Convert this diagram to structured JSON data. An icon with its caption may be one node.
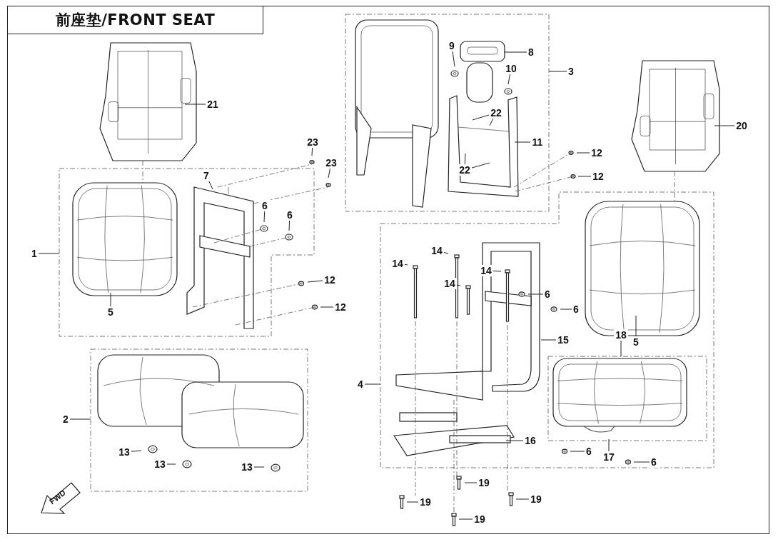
{
  "diagram": {
    "title": "前座垫/FRONT SEAT",
    "nodes": [
      {
        "text": [],
        "shape": "box"
      },
      {
        "text": [
          "9"
        ],
        "in": 0
      },
      {
        "text": [
          "8"
        ],
        "in": 0
      },
      {
        "text": [
          "10"
        ],
        "in": 0
      },
      {
        "text": [
          "22"
        ],
        "in": 0
      },
      {
        "text": [
          "11"
        ],
        "in": 0
      },
      {
        "text": [
          "22"
        ],
        "in": 0
      },
      {
        "text": [
          "3"
        ]
      },
      {
        "text": [
          "21"
        ]
      },
      {
        "text": [
          "20"
        ]
      },
      {
        "text": [
          "23"
        ]
      },
      {
        "text": [
          "12"
        ]
      },
      {
        "text": [
          "23"
        ]
      },
      {
        "text": [],
        "shape": "box"
      },
      {
        "text": [
          "7"
        ],
        "in": 13
      },
      {
        "text": [
          "6"
        ],
        "in": 13
      },
      {
        "text": [
          "6"
        ],
        "in": 13
      },
      {
        "text": [
          "5"
        ],
        "in": 13
      },
      {
        "text": [
          "1"
        ]
      },
      {
        "text": [
          "12"
        ]
      },
      {
        "text": [],
        "shape": "box"
      },
      {
        "text": [
          "18"
        ],
        "in": 20
      },
      {
        "text": [],
        "shape": "box",
        "in": 20
      },
      {
        "text": [
          "14"
        ],
        "in": 20
      },
      {
        "text": [
          "14"
        ],
        "in": 20
      },
      {
        "text": [
          "14"
        ],
        "in": 20
      },
      {
        "text": [
          "14"
        ],
        "in": 20
      },
      {
        "text": [
          "6"
        ],
        "in": 20
      },
      {
        "text": [
          "6"
        ],
        "in": 20
      },
      {
        "text": [
          "5"
        ],
        "in": 20
      },
      {
        "text": [
          "15"
        ],
        "in": 20
      },
      {
        "text": [
          "4"
        ]
      },
      {
        "text": [
          "12"
        ]
      },
      {
        "text": [
          "12"
        ]
      },
      {
        "text": [],
        "shape": "box"
      },
      {
        "text": [
          "13"
        ],
        "in": 34
      },
      {
        "text": [
          "13"
        ],
        "in": 34
      },
      {
        "text": [
          "13"
        ],
        "in": 34
      },
      {
        "text": [
          "2"
        ]
      },
      {
        "text": [
          "16"
        ],
        "in": 20
      },
      {
        "text": [
          "6"
        ],
        "in": 20
      },
      {
        "text": [
          "17"
        ],
        "in": 20
      },
      {
        "text": [
          "6"
        ],
        "in": 20
      },
      {
        "text": [
          "19"
        ]
      },
      {
        "text": [
          "19"
        ]
      },
      {
        "text": [
          "19"
        ]
      },
      {
        "text": [
          "19"
        ]
      },
      {
        "text": [],
        "shape": "picture",
        "in": 22
      },
      {
        "text": [],
        "shape": "picture",
        "in": 20
      }
    ],
    "edges": [
      {
        "from": 1,
        "to": null,
        "arrow": "none"
      },
      {
        "from": 2,
        "to": null,
        "arrow": "none"
      },
      {
        "from": 3,
        "to": null,
        "arrow": "none"
      },
      {
        "from": 4,
        "to": null,
        "arrow": "none"
      },
      {
        "from": 4,
        "to": null,
        "arrow": "none"
      },
      {
        "from": 5,
        "to": null,
        "arrow": "none"
      },
      {
        "from": 6,
        "to": null,
        "arrow": "none"
      },
      {
        "from": 6,
        "to": null,
        "arrow": "none"
      },
      {
        "from": 7,
        "to": 0,
        "arrow": "none"
      },
      {
        "from": 8,
        "to": null,
        "arrow": "none"
      },
      {
        "from": 9,
        "to": null,
        "arrow": "none"
      },
      {
        "from": 10,
        "to": null,
        "arrow": "none"
      },
      {
        "from": 11,
        "to": null,
        "arrow": "none"
      },
      {
        "from": 12,
        "to": null,
        "arrow": "none"
      },
      {
        "from": 14,
        "to": null,
        "arrow": "none"
      },
      {
        "from": 15,
        "to": null,
        "arrow": "none"
      },
      {
        "from": 16,
        "to": null,
        "arrow": "none"
      },
      {
        "from": 17,
        "to": null,
        "arrow": "none"
      },
      {
        "from": 18,
        "to": 13,
        "arrow": "none"
      },
      {
        "from": 19,
        "to": null,
        "arrow": "none"
      },
      {
        "from": 21,
        "to": 22,
        "arrow": "none"
      },
      {
        "from": 23,
        "to": null,
        "arrow": "none"
      },
      {
        "from": 24,
        "to": null,
        "arrow": "none"
      },
      {
        "from": 25,
        "to": null,
        "arrow": "none"
      },
      {
        "from": 26,
        "to": null,
        "arrow": "none"
      },
      {
        "from": 27,
        "to": null,
        "arrow": "none"
      },
      {
        "from": 28,
        "to": null,
        "arrow": "none"
      },
      {
        "from": 29,
        "to": null,
        "arrow": "none"
      },
      {
        "from": 30,
        "to": 48,
        "arrow": "none"
      },
      {
        "from": 31,
        "to": 20,
        "arrow": "none"
      },
      {
        "from": 32,
        "to": null,
        "arrow": "none"
      },
      {
        "from": 33,
        "to": null,
        "arrow": "none"
      },
      {
        "from": 35,
        "to": null,
        "arrow": "none"
      },
      {
        "from": 36,
        "to": null,
        "arrow": "none"
      },
      {
        "from": 37,
        "to": null,
        "arrow": "none"
      },
      {
        "from": 38,
        "to": 34,
        "arrow": "none"
      },
      {
        "from": 39,
        "to": null,
        "arrow": "none"
      },
      {
        "from": 40,
        "to": null,
        "arrow": "none"
      },
      {
        "from": 41,
        "to": 47,
        "arrow": "none"
      },
      {
        "from": 42,
        "to": null,
        "arrow": "none"
      },
      {
        "from": 43,
        "to": null,
        "arrow": "none"
      },
      {
        "from": 44,
        "to": null,
        "arrow": "none"
      },
      {
        "from": 45,
        "to": null,
        "arrow": "none"
      },
      {
        "from": 46,
        "to": null,
        "arrow": "none"
      }
    ],
    "labels": [
      "FWD"
    ]
  }
}
